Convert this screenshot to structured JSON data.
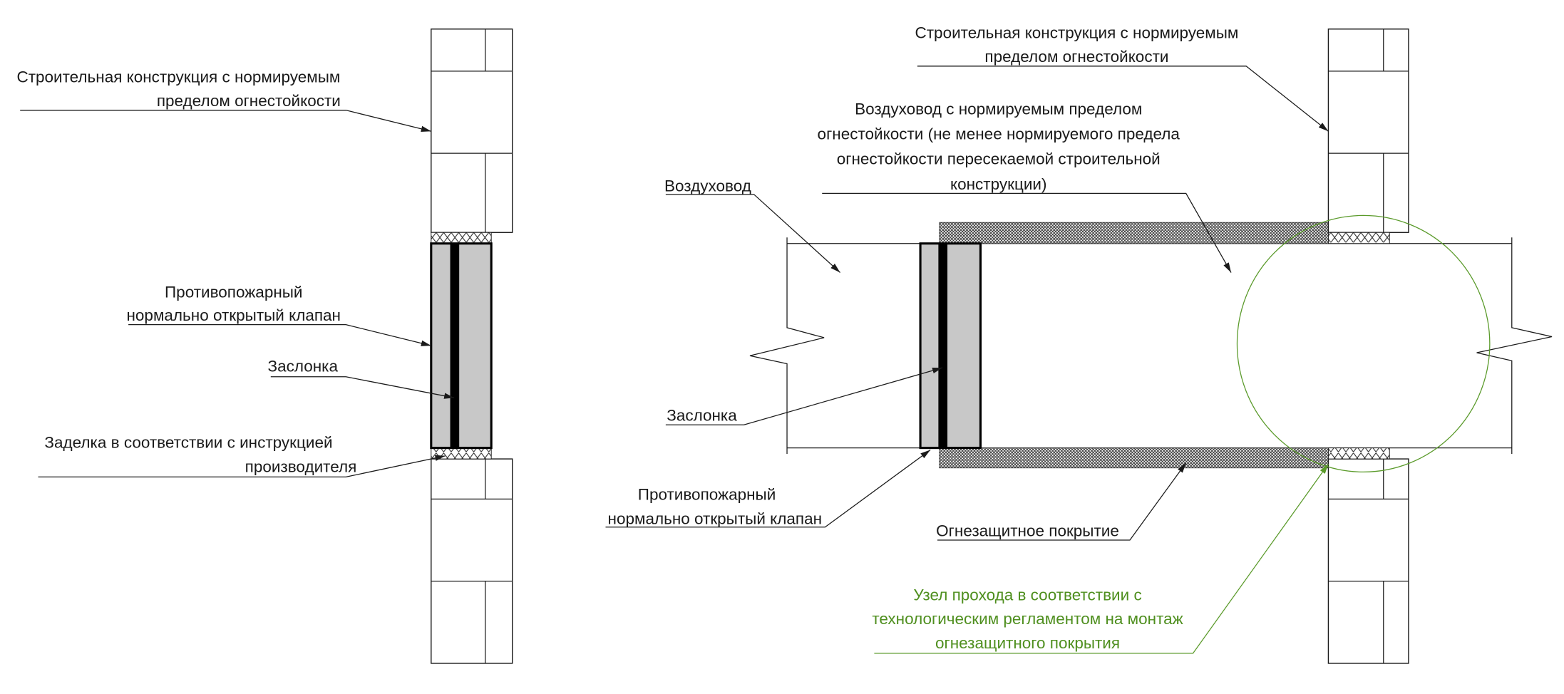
{
  "left_view": {
    "wall_label": [
      "Строительная конструкция с нормируемым",
      "пределом огнестойкости"
    ],
    "valve_label": [
      "Противопожарный",
      "нормально открытый клапан"
    ],
    "damper_label": "Заслонка",
    "seal_label": [
      "Заделка в соответствии с инструкцией",
      "производителя"
    ]
  },
  "right_view": {
    "wall_label": [
      "Строительная конструкция с нормируемым",
      "пределом огнестойкости"
    ],
    "fire_duct_label": [
      "Воздуховод с нормируемым пределом",
      "огнестойкости (не менее нормируемого предела",
      "огнестойкости пересекаемой строительной",
      "конструкции)"
    ],
    "duct_label": "Воздуховод",
    "damper_label": "Заслонка",
    "valve_label": [
      "Противопожарный",
      "нормально открытый клапан"
    ],
    "coating_label": "Огнезащитное покрытие",
    "node_label": [
      "Узел прохода в соответствии с",
      "технологическим регламентом на монтаж",
      "огнезащитного покрытия"
    ]
  },
  "colors": {
    "valve_fill": "#c8c8c8",
    "node_green": "#5a9a2a"
  }
}
